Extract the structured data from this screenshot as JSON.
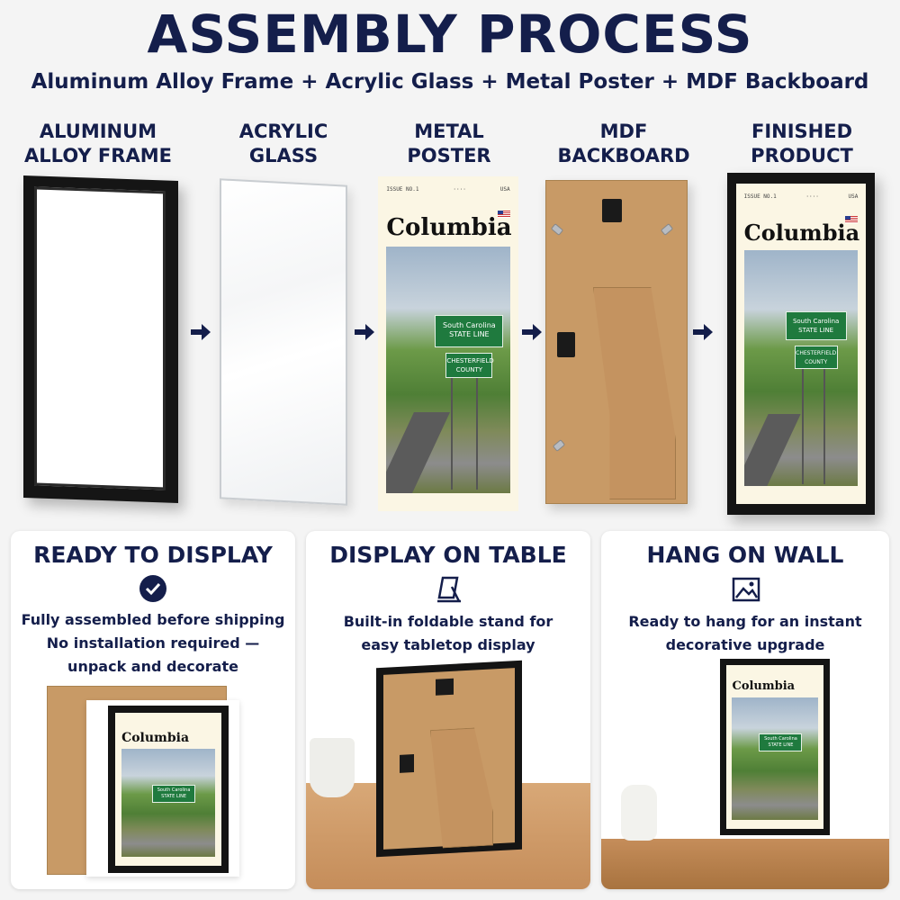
{
  "header": {
    "title": "ASSEMBLY PROCESS",
    "subtitle": "Aluminum Alloy Frame + Acrylic Glass + Metal Poster + MDF Backboard"
  },
  "steps": [
    {
      "line1": "ALUMINUM",
      "line2": "ALLOY FRAME"
    },
    {
      "line1": "ACRYLIC",
      "line2": "GLASS"
    },
    {
      "line1": "METAL",
      "line2": "POSTER"
    },
    {
      "line1": "MDF",
      "line2": "BACKBOARD"
    },
    {
      "line1": "FINISHED",
      "line2": "PRODUCT"
    }
  ],
  "poster": {
    "city": "Columbia",
    "country": "USA",
    "sign_line1": "South Carolina",
    "sign_line2": "STATE LINE",
    "sign2_line1": "CHESTERFIELD",
    "sign2_line2": "COUNTY"
  },
  "cards": {
    "ready": {
      "title": "READY TO DISPLAY",
      "lines": [
        "Fully assembled before shipping",
        "No installation required —",
        "unpack and decorate"
      ]
    },
    "table": {
      "title": "DISPLAY ON TABLE",
      "lines": [
        "Built-in foldable stand for",
        "easy tabletop display"
      ]
    },
    "wall": {
      "title": "HANG ON WALL",
      "lines": [
        "Ready to hang for an instant",
        "decorative upgrade"
      ]
    }
  },
  "colors": {
    "navy": "#141e4b",
    "frame": "#151515",
    "mdf": "#c89a66",
    "sign_green": "#1f7a3e",
    "poster_bg": "#fbf6e4"
  },
  "icons": [
    "arrow-right-icon",
    "check-circle-icon",
    "easel-stand-icon",
    "picture-icon"
  ]
}
